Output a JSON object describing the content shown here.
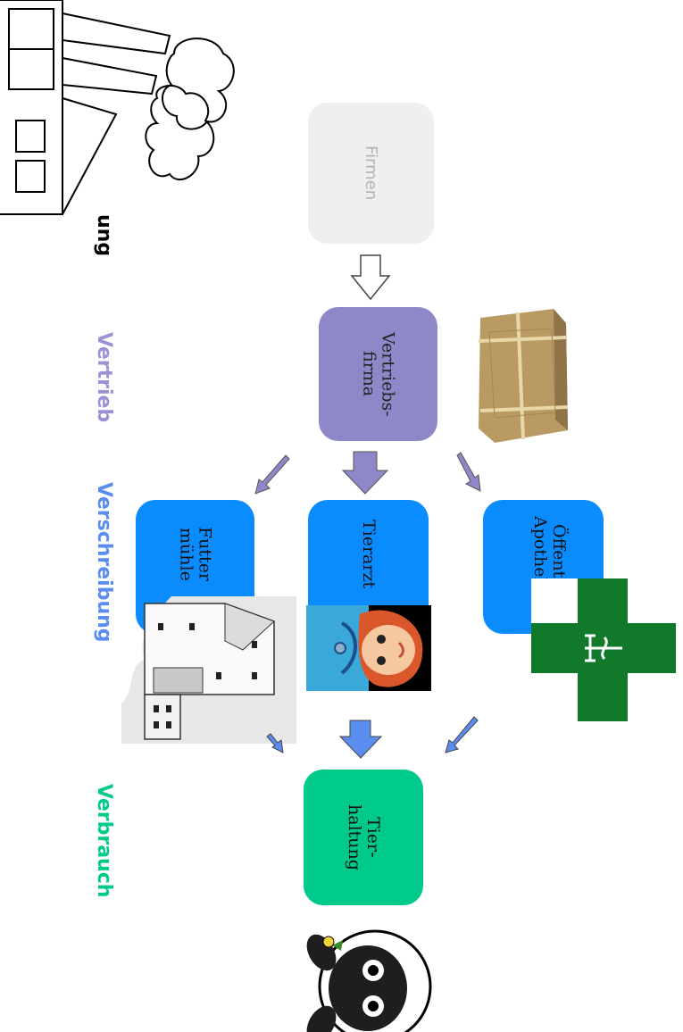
{
  "stages": {
    "production_fragment": "ung",
    "distribution": "Vertrieb",
    "prescription": "Verschreibung",
    "consumption": "Verbrauch"
  },
  "nodes": {
    "companies": "Firmen",
    "distributor": "Vertriebs-\nfirma",
    "feed_mill": "Futter\nmühle",
    "veterinarian": "Tierarzt",
    "pharmacy": "Öffentl.\nApotheke",
    "animal_husbandry": "Tier-\nhaltung"
  },
  "colors": {
    "companies_box": "#efefef",
    "companies_text": "#b3b3b3",
    "distributor_box": "#8e87c8",
    "prescription_box": "#0a8cff",
    "husbandry_box": "#00c98c",
    "distribution_label": "#9b92d4",
    "prescription_label": "#5b8cf0",
    "consumption_label": "#00c98c"
  },
  "icons": {
    "factory": "factory-icon",
    "parcel": "parcel-icon",
    "feed_mill": "feed-mill-building-icon",
    "vet": "veterinarian-icon",
    "pharmacy": "pharmacy-cross-icon",
    "sheep": "sheep-icon"
  }
}
